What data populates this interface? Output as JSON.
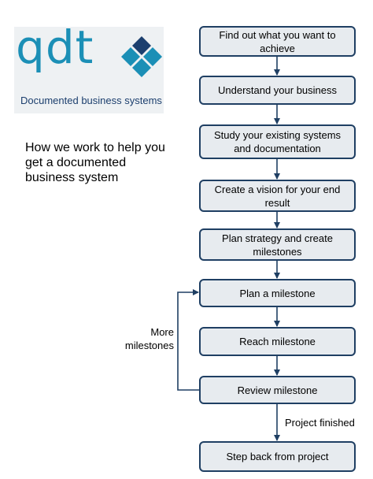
{
  "logo": {
    "wordmark": "qdt",
    "tagline": "Documented business systems",
    "colors": {
      "wordmark": "#1b8fb6",
      "diamond_dark": "#1c3f6e",
      "diamond_light": "#1b8fb6"
    }
  },
  "intro": "How we work to help you get a documented business system",
  "steps": [
    "Find out what you want to achieve",
    "Understand your business",
    "Study your existing systems and documentation",
    "Create a vision for your end result",
    "Plan strategy and create milestones",
    "Plan a milestone",
    "Reach milestone",
    "Review milestone",
    "Step back from project"
  ],
  "loop_label": "More milestones",
  "finish_label": "Project finished",
  "colors": {
    "box_border": "#1f3f63",
    "box_fill": "#e7ebef",
    "arrow": "#1f3f63"
  }
}
